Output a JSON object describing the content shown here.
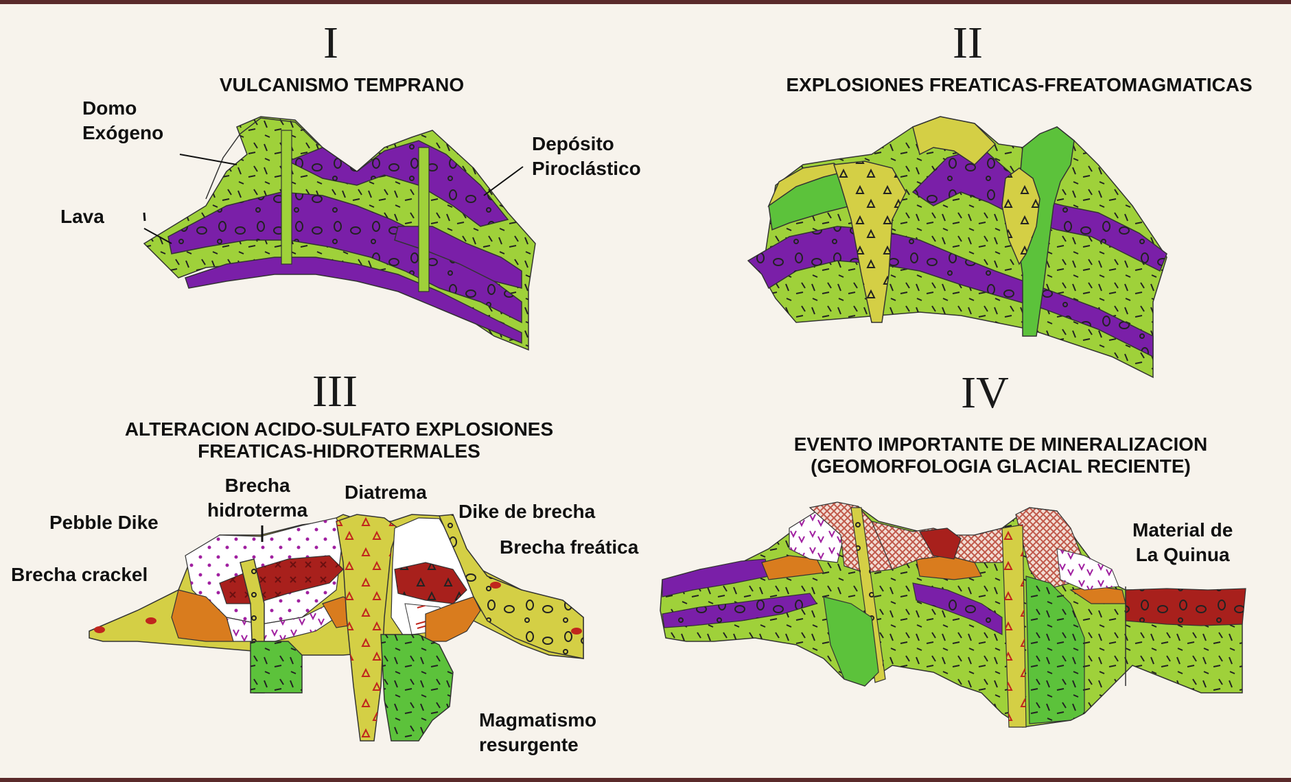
{
  "panels": {
    "p1": {
      "numeral": "I",
      "title": "VULCANISMO TEMPRANO",
      "labels": {
        "domo_line1": "Domo",
        "domo_line2": "Exógeno",
        "deposito_line1": "Depósito",
        "deposito_line2": "Piroclástico",
        "lava": "Lava"
      }
    },
    "p2": {
      "numeral": "II",
      "title": "EXPLOSIONES FREATICAS-FREATOMAGMATICAS"
    },
    "p3": {
      "numeral": "III",
      "title_line1": "ALTERACION ACIDO-SULFATO  EXPLOSIONES",
      "title_line2": "FREATICAS-HIDROTERMALES",
      "labels": {
        "brecha_hidro_line1": "Brecha",
        "brecha_hidro_line2": "hidroterma",
        "diatrema": "Diatrema",
        "dike_brecha": "Dike de brecha",
        "pebble_dike": "Pebble Dike",
        "brecha_freatica": "Brecha freática",
        "brecha_crackel": "Brecha crackel",
        "magmatismo_line1": "Magmatismo",
        "magmatismo_line2": "resurgente"
      }
    },
    "p4": {
      "numeral": "IV",
      "title_line1": "EVENTO IMPORTANTE DE MINERALIZACION",
      "title_line2": "(GEOMORFOLOGIA GLACIAL RECIENTE)",
      "labels": {
        "material_line1": "Material de",
        "material_line2": "La Quinua"
      }
    }
  },
  "colors": {
    "lime": "#9fd13a",
    "green": "#5cc23b",
    "purple": "#7a1fa8",
    "yellow": "#d4cf45",
    "darkred": "#a8201c",
    "orange": "#d97c1e",
    "crosshatch": "#c96a55",
    "white": "#ffffff"
  }
}
